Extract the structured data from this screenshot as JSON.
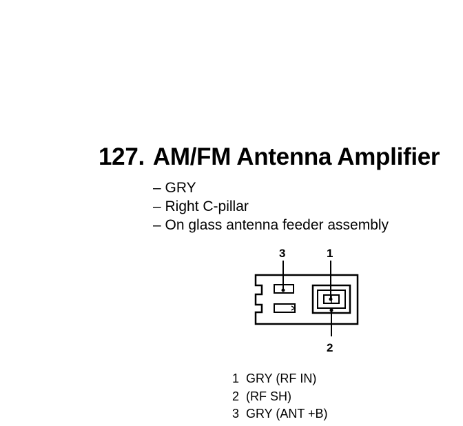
{
  "title": {
    "number": "127.",
    "name": "AM/FM Antenna Amplifier"
  },
  "details": [
    "GRY",
    "Right C-pillar",
    "On glass antenna feeder assembly"
  ],
  "connector": {
    "pin_labels": {
      "p1": "1",
      "p2": "2",
      "p3": "3"
    }
  },
  "pins": [
    {
      "number": "1",
      "desc": "GRY (RF IN)"
    },
    {
      "number": "2",
      "desc": "(RF SH)"
    },
    {
      "number": "3",
      "desc": "GRY (ANT +B)"
    }
  ]
}
